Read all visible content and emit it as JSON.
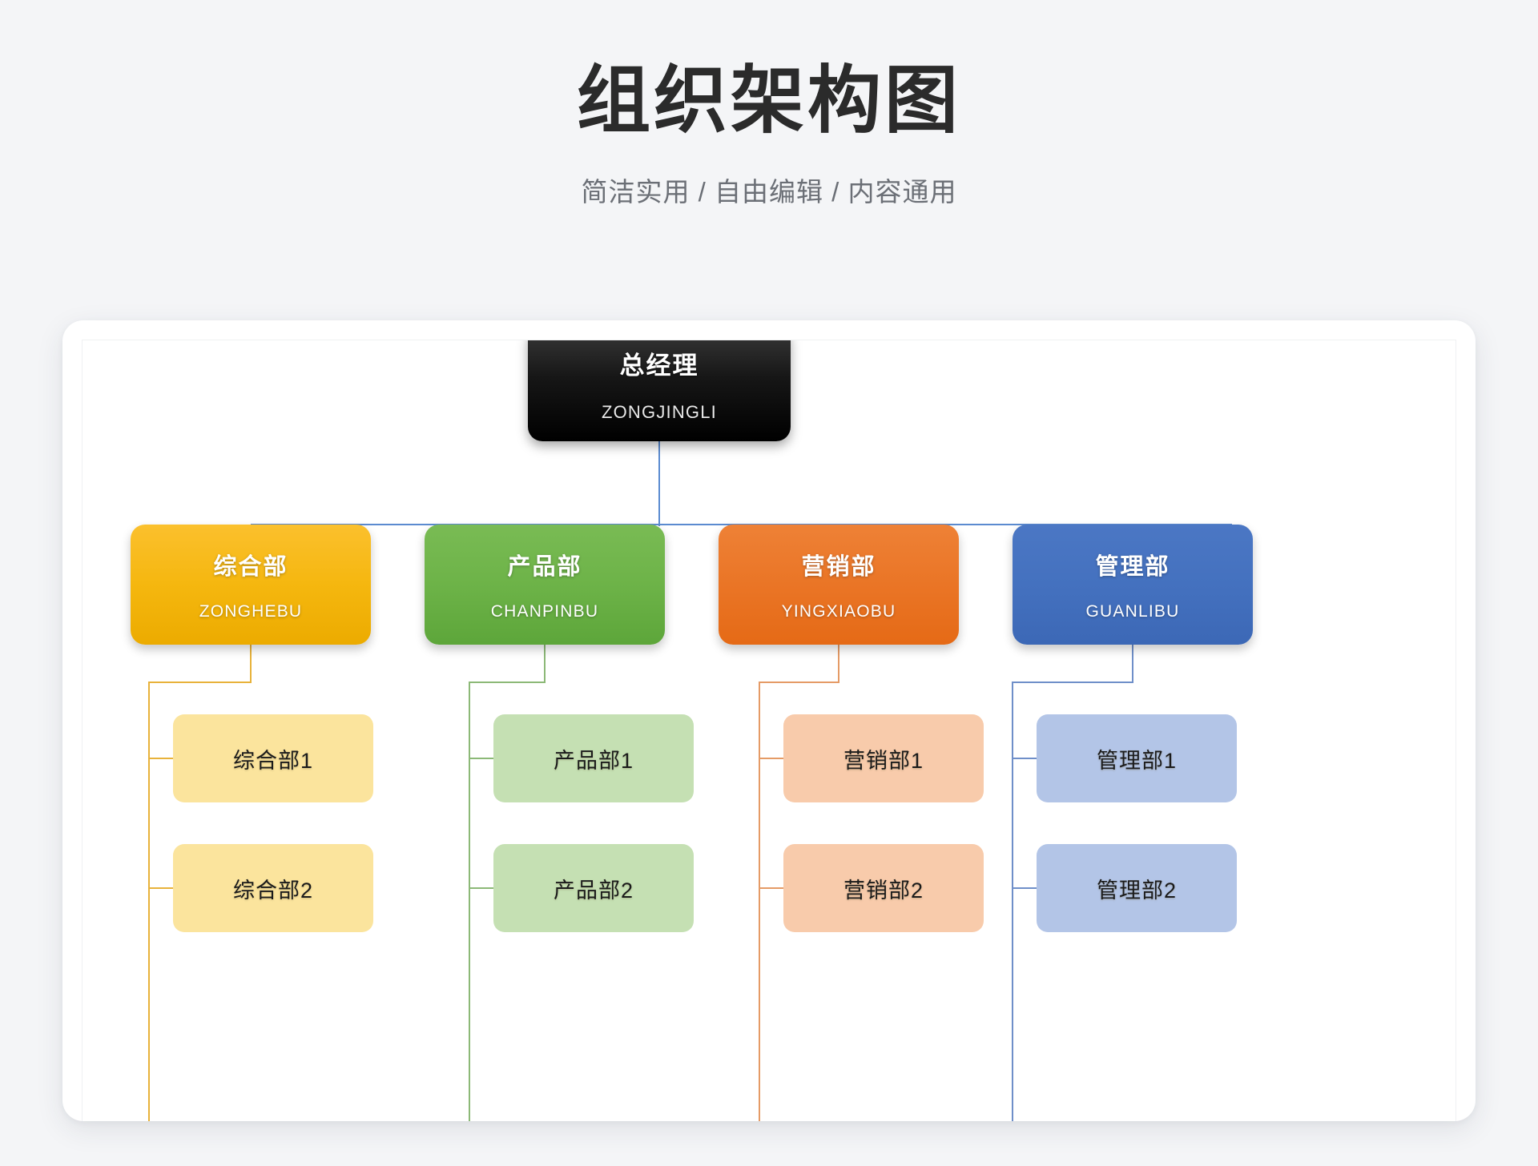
{
  "header": {
    "title": "组织架构图",
    "subtitle": "简洁实用 / 自由编辑 / 内容通用"
  },
  "chart": {
    "root": {
      "title": "总经理",
      "subtitle": "ZONGJINGLI",
      "color": "#000000"
    },
    "departments": [
      {
        "title": "综合部",
        "subtitle": "ZONGHEBU",
        "color": "#f5b70f",
        "line_color": "#e8b23a",
        "children": [
          {
            "label": "综合部1",
            "color": "#fbe49d"
          },
          {
            "label": "综合部2",
            "color": "#fbe49d"
          }
        ]
      },
      {
        "title": "产品部",
        "subtitle": "CHANPINBU",
        "color": "#6db348",
        "line_color": "#8cb977",
        "children": [
          {
            "label": "产品部1",
            "color": "#c5e0b3"
          },
          {
            "label": "产品部2",
            "color": "#c5e0b3"
          }
        ]
      },
      {
        "title": "营销部",
        "subtitle": "YINGXIAOBU",
        "color": "#ea7526",
        "line_color": "#e59b66",
        "children": [
          {
            "label": "营销部1",
            "color": "#f8cbab"
          },
          {
            "label": "营销部2",
            "color": "#f8cbab"
          }
        ]
      },
      {
        "title": "管理部",
        "subtitle": "GUANLIBU",
        "color": "#4471bf",
        "line_color": "#6f8fc9",
        "children": [
          {
            "label": "管理部1",
            "color": "#b3c5e7"
          },
          {
            "label": "管理部2",
            "color": "#b3c5e7"
          }
        ]
      }
    ],
    "trunk_color": "#5b8bd0"
  }
}
